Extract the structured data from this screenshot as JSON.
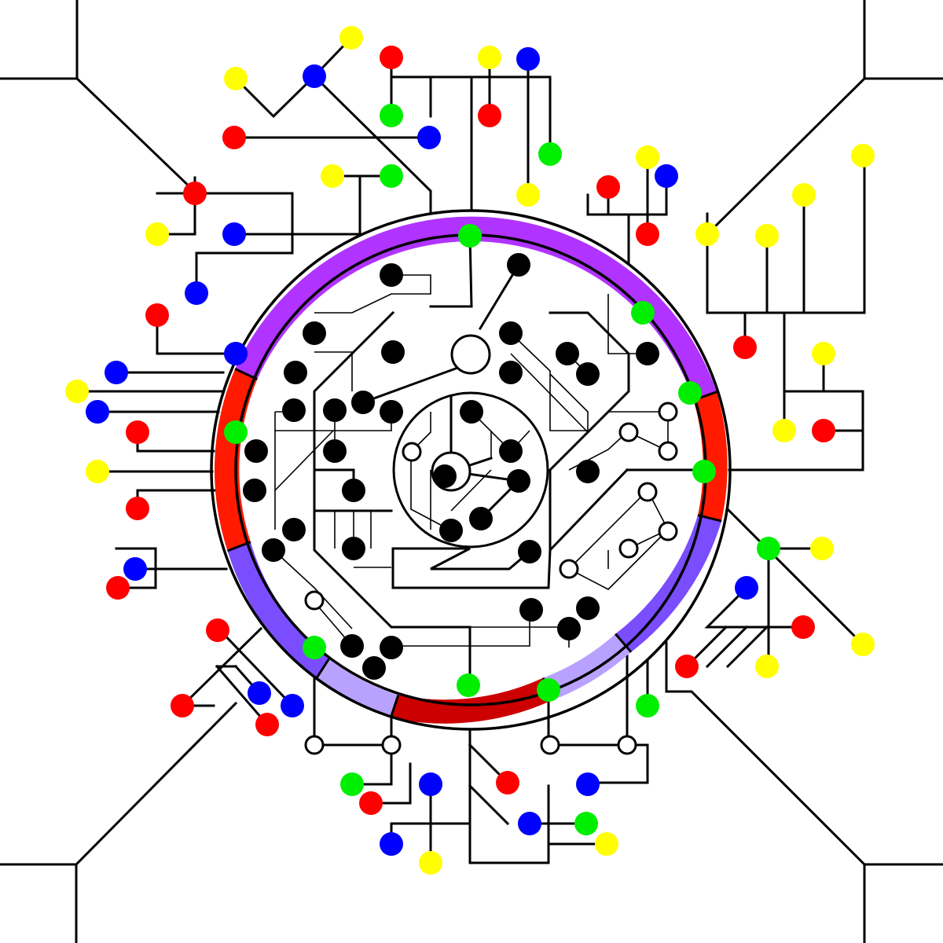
{
  "diagram": {
    "kind": "circuit-board-illustration",
    "background": "#ffffff",
    "line_color": "#000000",
    "palette": {
      "node_red": "#ff0000",
      "node_yellow": "#ffff00",
      "node_blue": "#0000ff",
      "node_green": "#00ee00",
      "node_black": "#000000",
      "ring_purple": "#b033ff",
      "ring_red": "#ff1a00",
      "ring_violet": "#7a4dff",
      "ring_lavender": "#b9a2ff",
      "ring_dark_red": "#cc0000"
    },
    "ring_segments": [
      "purple",
      "red",
      "violet",
      "lavender",
      "dark red",
      "lavender",
      "violet",
      "red"
    ],
    "legend": []
  }
}
